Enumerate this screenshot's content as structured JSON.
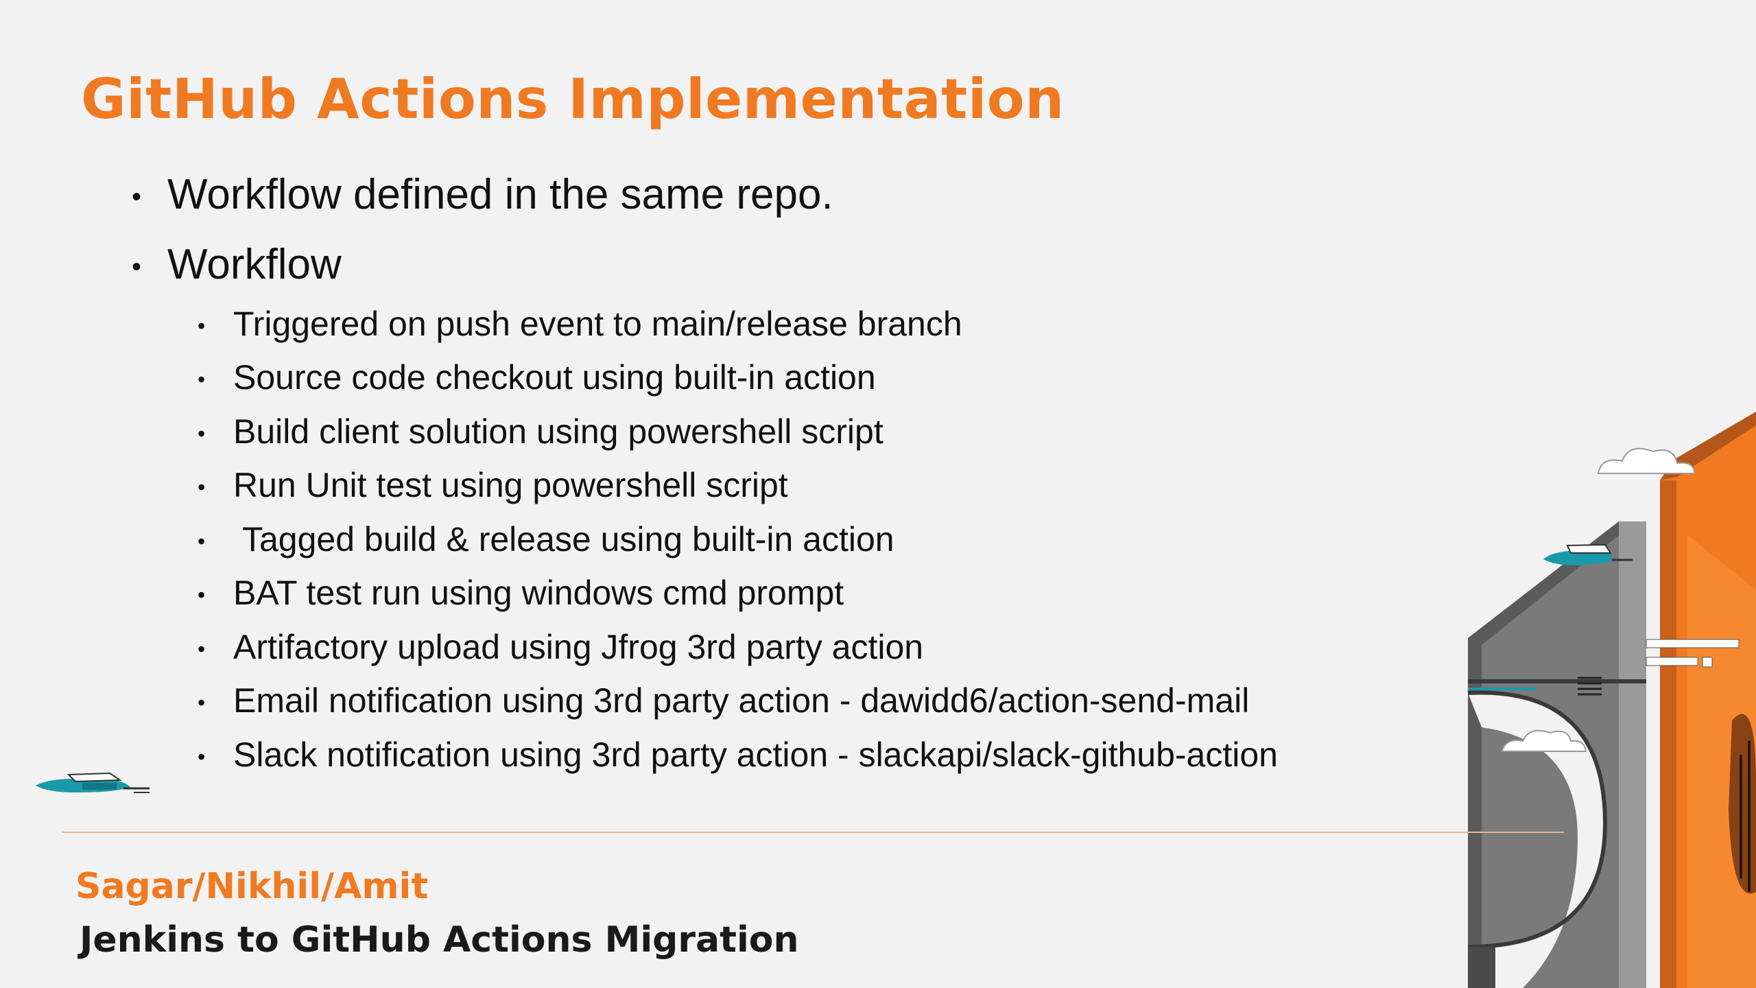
{
  "slide": {
    "title": "GitHub Actions Implementation",
    "bullets": [
      {
        "text": "Workflow defined in the same repo."
      },
      {
        "text": "Workflow"
      }
    ],
    "sub_bullets": [
      "Triggered on push event to main/release branch",
      "Source code checkout using built-in action",
      "Build client solution using powershell script",
      "Run Unit test using powershell script",
      " Tagged build & release using built-in action",
      "BAT test run using windows cmd prompt",
      "Artifactory upload using Jfrog 3rd party action",
      "Email notification using 3rd party action - dawidd6/action-send-mail",
      "Slack notification using 3rd party action - slackapi/slack-github-action"
    ],
    "footer": {
      "authors": "Sagar/Nikhil/Amit",
      "subtitle": "Jenkins to GitHub Actions Migration"
    },
    "bullet_glyph": "•"
  },
  "colors": {
    "accent": "#f07a21",
    "background": "#f2f2f2",
    "text": "#111111",
    "illustration_gray": "#7a7a7a",
    "illustration_dark": "#4a4a4a",
    "illustration_teal": "#1a9aa8"
  },
  "icons": [
    "airplane-icon",
    "cloud-icon",
    "building-illustration"
  ]
}
